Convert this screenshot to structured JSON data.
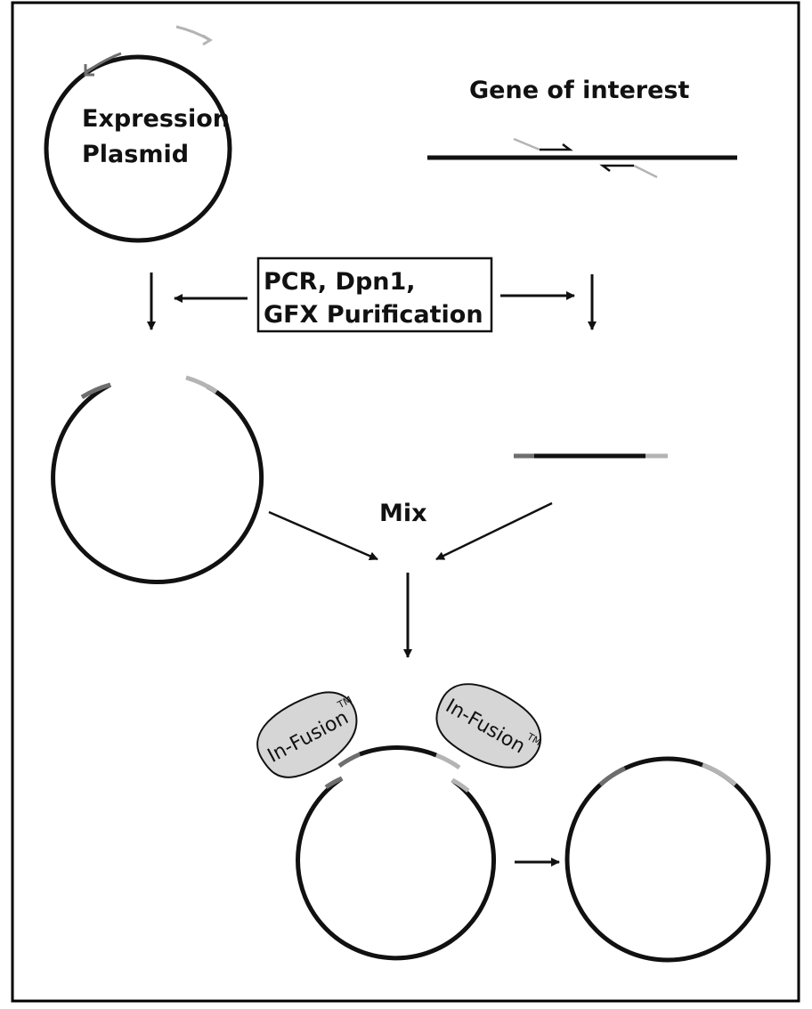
{
  "labels": {
    "expression_plasmid_line1": "Expression",
    "expression_plasmid_line2": "Plasmid",
    "gene_of_interest": "Gene of interest",
    "process_line1": "PCR, Dpn1,",
    "process_line2": "GFX Purification",
    "mix": "Mix",
    "enzyme_name": "In-Fusion",
    "trademark": "TM"
  },
  "colors": {
    "line": "#111111",
    "dark_grey": "#6e6e6e",
    "light_grey": "#b4b4b4",
    "enzyme_fill": "#d6d6d6",
    "frame": "#000000"
  }
}
